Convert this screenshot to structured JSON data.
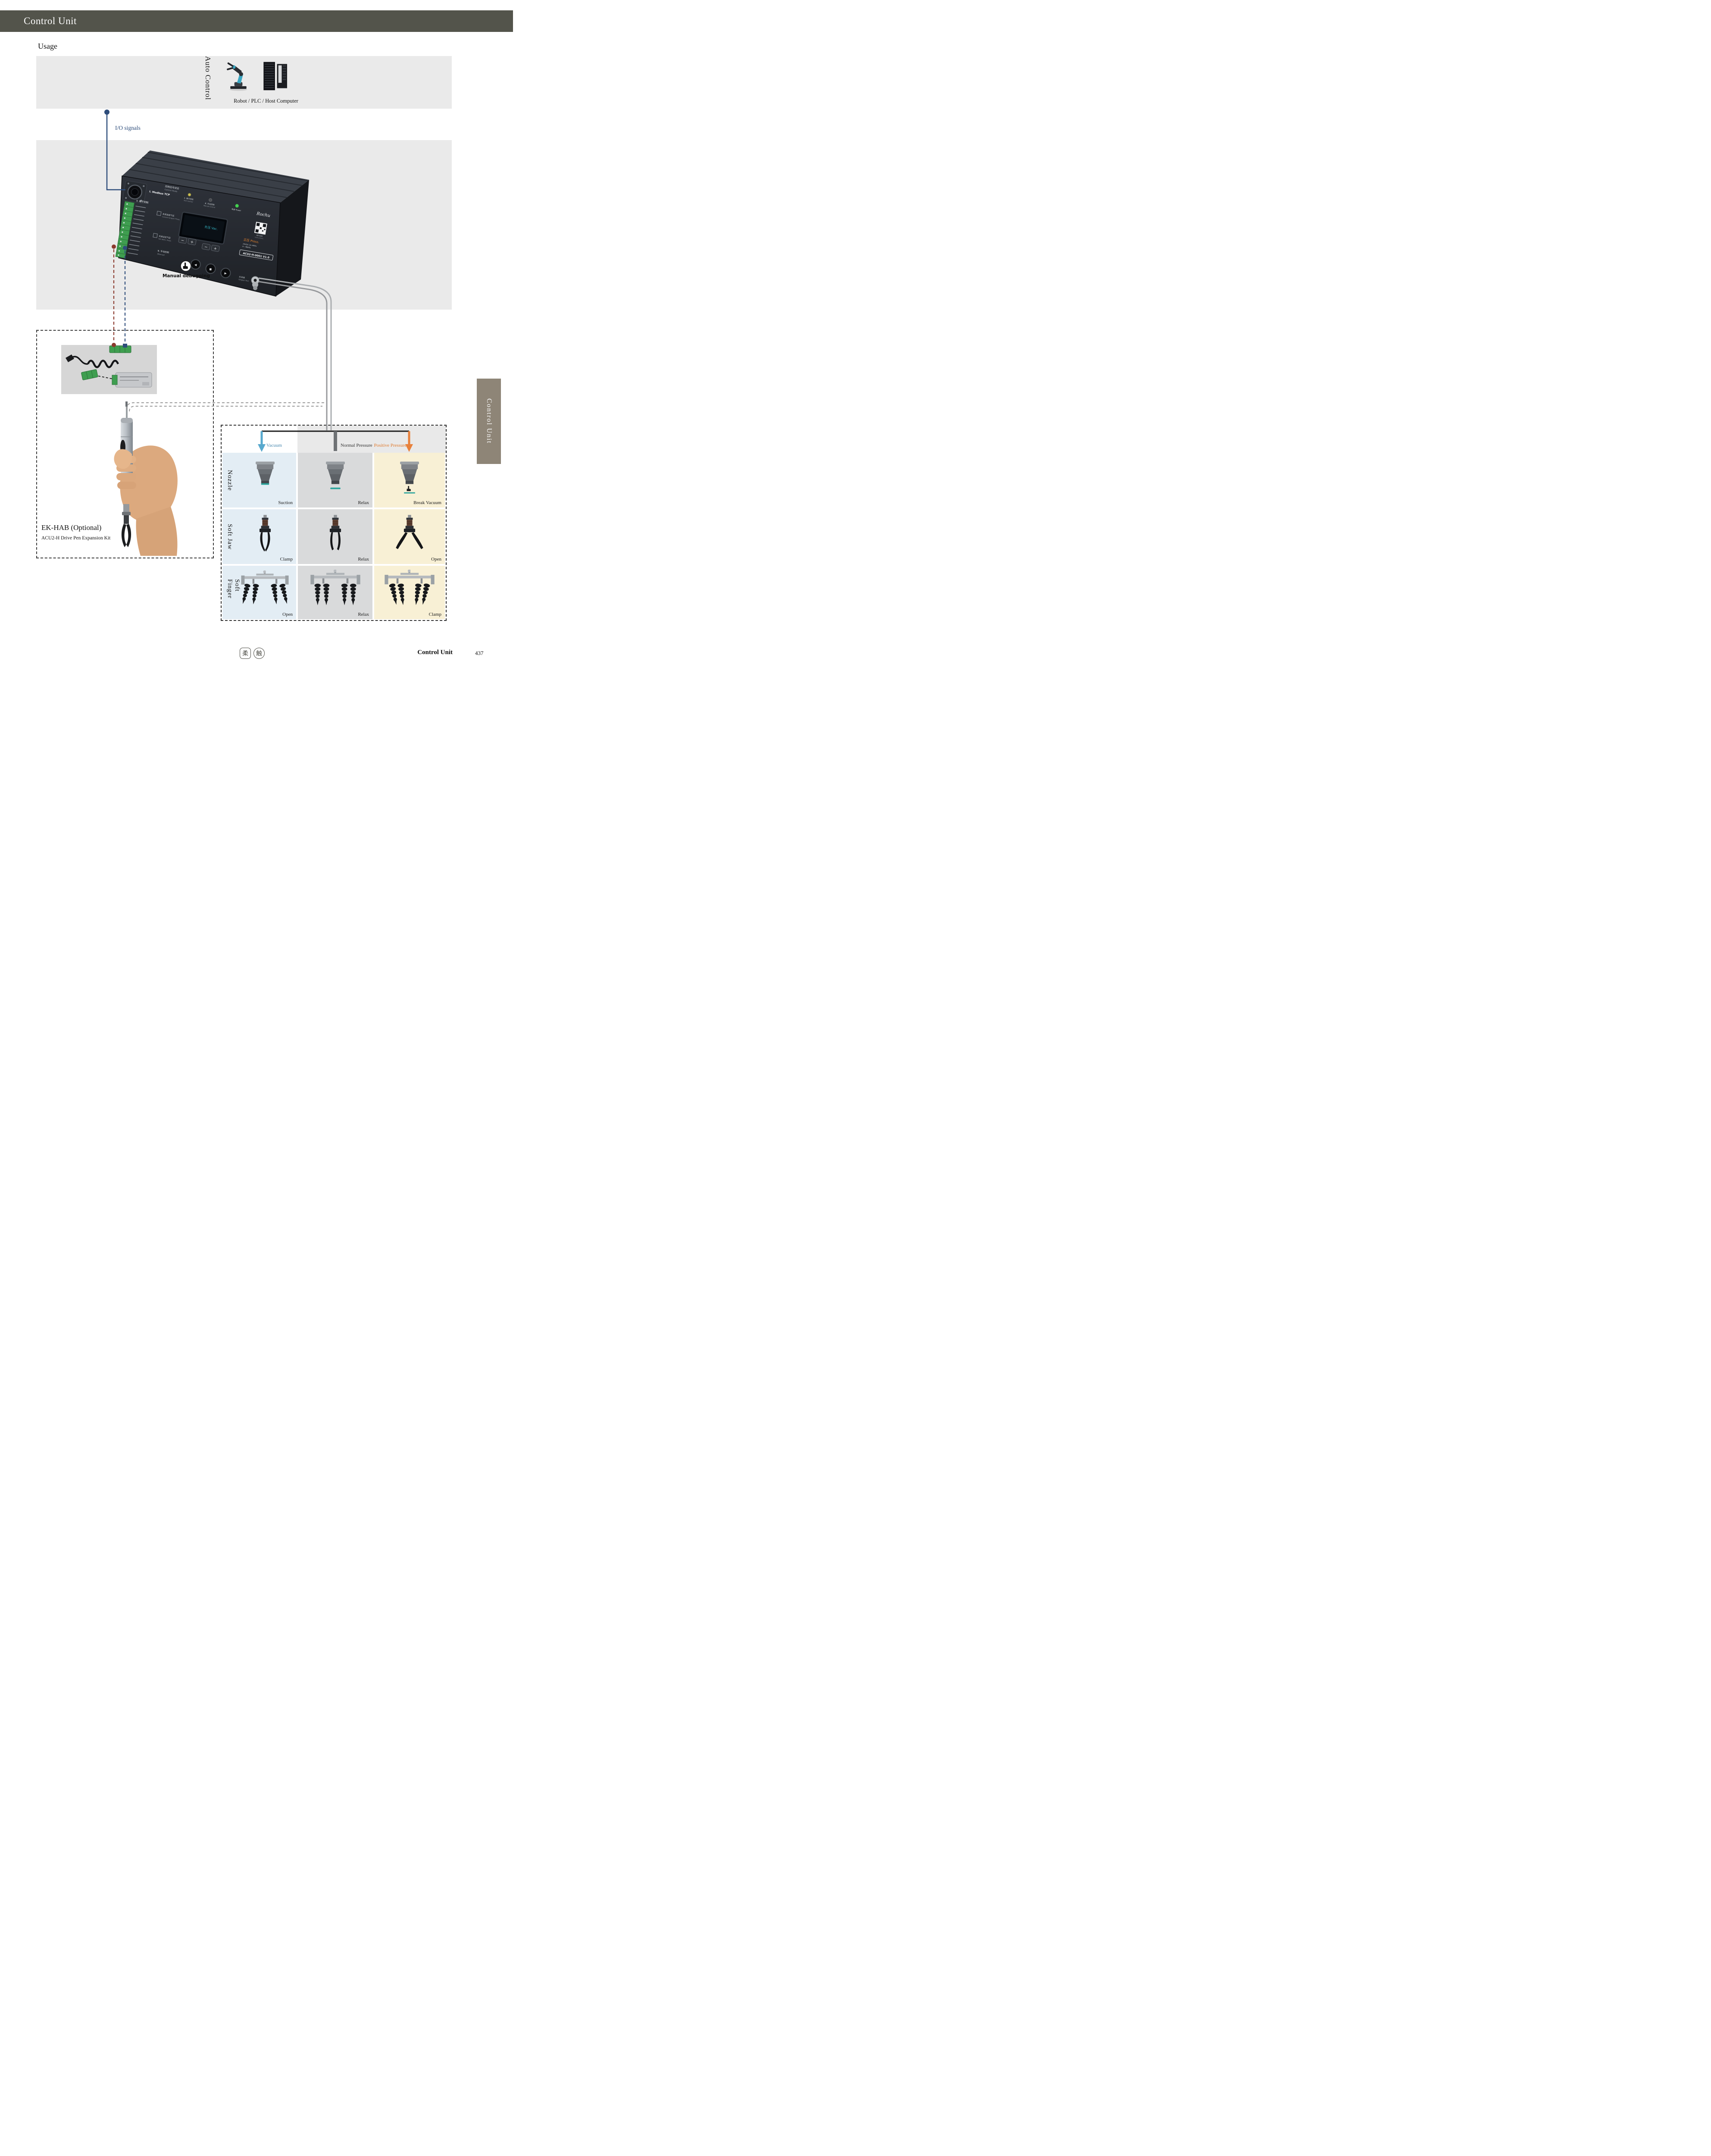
{
  "page": {
    "header_title": "Control Unit",
    "section_title": "Usage",
    "side_tab": "Control Unit",
    "footer_brand": "Control Unit",
    "page_number": "437",
    "logo": [
      "柔",
      "触"
    ]
  },
  "colors": {
    "header_bar": "#53544b",
    "side_tab": "#8e8577",
    "io_blue": "#2e4d7b",
    "wire_red": "#8b3a2e",
    "vacuum_blue": "#58a9ce",
    "positive_orange": "#e8813c",
    "col_vacuum_bg": "#e3edf4",
    "col_normal_bg": "#d9dadb",
    "col_positive_bg": "#f8f0d5"
  },
  "auto_control": {
    "label": "Auto Control",
    "caption": "Robot / PLC / Host Computer"
  },
  "io_signals": {
    "label": "I/O signals"
  },
  "device": {
    "brand": "Rochu",
    "control_mode_cn": "控制信号状态",
    "control_mode_en": "Control Mode",
    "mode1": "Ⅰ. Modbus TCP",
    "mode2_cn": "Ⅱ. 端子控制",
    "mode2_en": "Port Control",
    "mode3_cn": "Ⅲ. 手动控制",
    "mode3_en": "Manual Control",
    "power": "电源 Power",
    "terminal_label": "Ⅱ. 端子控制",
    "current_press_cn": "夹具当前气压",
    "current_press_en": "Current Gripper Press.",
    "set_press_cn": "夹具设定气压",
    "set_press_en": "Set Work. Press.",
    "vac": "负压 Vac.",
    "press": "正压 Press.",
    "instructions_cn": "操作说明",
    "instructions_en": "Instructions",
    "spec1": "24VDC 2A 4MPa",
    "spec2": "0~-98kPa",
    "model": "ACU2-H-0001 V1.0",
    "manual_cn": "Ⅲ. 手动控制",
    "manual_en": "(Manual)",
    "gripper_port_cn": "夹具端",
    "gripper_port_en": "Gripper Port",
    "minus": "−",
    "plus": "+",
    "btn_left": "◀",
    "btn_mid": "■",
    "btn_right": "▶",
    "manual_debugging": "Manual debugging"
  },
  "ekhab": {
    "title": "EK-HAB (Optional)",
    "subtitle": "ACU2-H Drive Pen Expansion Kit"
  },
  "grid": {
    "columns": [
      {
        "label": "Vacuum"
      },
      {
        "label": "Normal Pressure"
      },
      {
        "label": "Positive Pressure"
      }
    ],
    "rows": [
      {
        "label": "Nozzle",
        "cells": [
          "Suction",
          "Relax",
          "Break Vacuum"
        ]
      },
      {
        "label": "Soft Jaw",
        "cells": [
          "Clamp",
          "Relax",
          "Open"
        ]
      },
      {
        "label": "Soft Finger",
        "cells": [
          "Open",
          "Relax",
          "Clamp"
        ]
      }
    ]
  }
}
